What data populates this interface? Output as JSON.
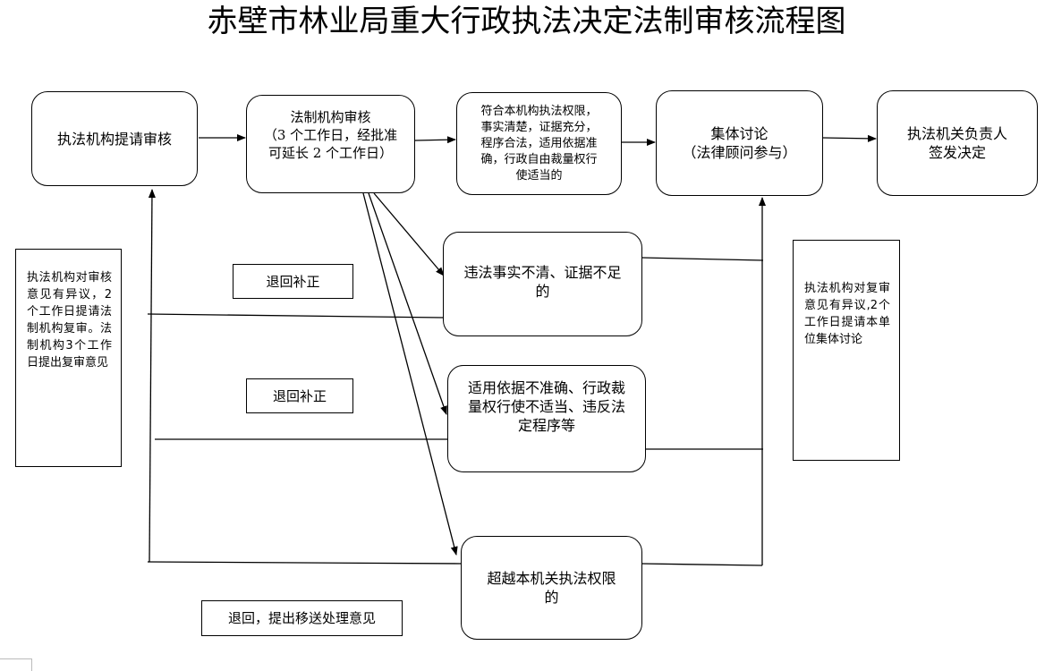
{
  "title": "赤壁市林业局重大行政执法决定法制审核流程图",
  "nodes": {
    "submit": "执法机构提请审核",
    "legal_review": "法制机构审核\n（3 个工作日，经批准\n可延长 2 个工作日）",
    "conforms": "符合本机构执法权限，\n事实清楚，证据充分，\n程序合法，适用依据准\n确，行政自由裁量权行\n使适当的",
    "collective": "集体讨论\n（法律顾问参与）",
    "decision": "执法机关负责人\n签发决定",
    "facts_unclear": "违法事实不清、证据不足\n的",
    "basis_incorrect": "适用依据不准确、行政裁\n量权行使不适当、违反法\n定程序等",
    "beyond_authority": "超越本机关执法权限\n的"
  },
  "labels": {
    "return1": "退回补正",
    "return2": "退回补正",
    "return3": "退回，提出移送处理意见"
  },
  "notes": {
    "left": "执法机构对审核意见有异议，2个工作日提请法制机构复审。法制机构3个工作日提出复审意见",
    "right": "执法机构对复审意见有异议,2个工作日提请本单位集体讨论"
  },
  "colors": {
    "line": "#000000",
    "background": "#ffffff"
  }
}
